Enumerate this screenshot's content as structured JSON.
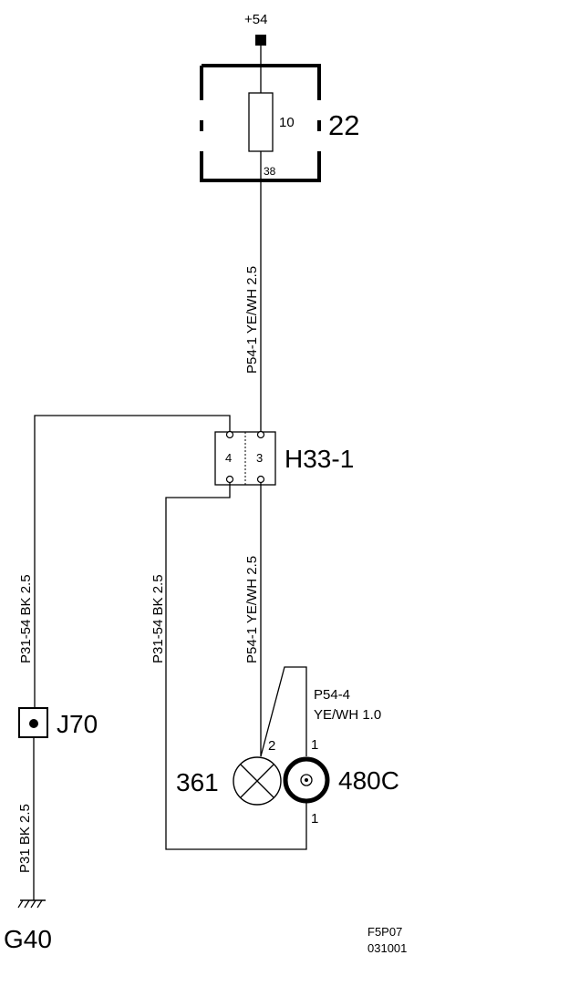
{
  "power": {
    "label": "+54"
  },
  "fuse_box": {
    "id": "22",
    "fuse": "10",
    "pin": "38"
  },
  "connector": {
    "id": "H33-1",
    "pin_left": "4",
    "pin_right": "3"
  },
  "wires": {
    "top_feed": "P54-1  YE/WH  2.5",
    "connector_to_lamp": "P54-1  YE/WH  2.5",
    "left_ground_upper": "P31-54  BK  2.5",
    "inner_ground": "P31-54  BK  2.5",
    "left_ground_lower": "P31   BK   2.5",
    "switch_feed_name": "P54-4",
    "switch_feed_spec": "YE/WH 1.0"
  },
  "splice": {
    "id": "J70"
  },
  "lamp": {
    "id": "361",
    "pin": "2"
  },
  "switch": {
    "id": "480C",
    "pin_top": "1",
    "pin_bottom": "1"
  },
  "ground": {
    "id": "G40"
  },
  "footer": {
    "code": "F5P07",
    "date": "031001"
  }
}
